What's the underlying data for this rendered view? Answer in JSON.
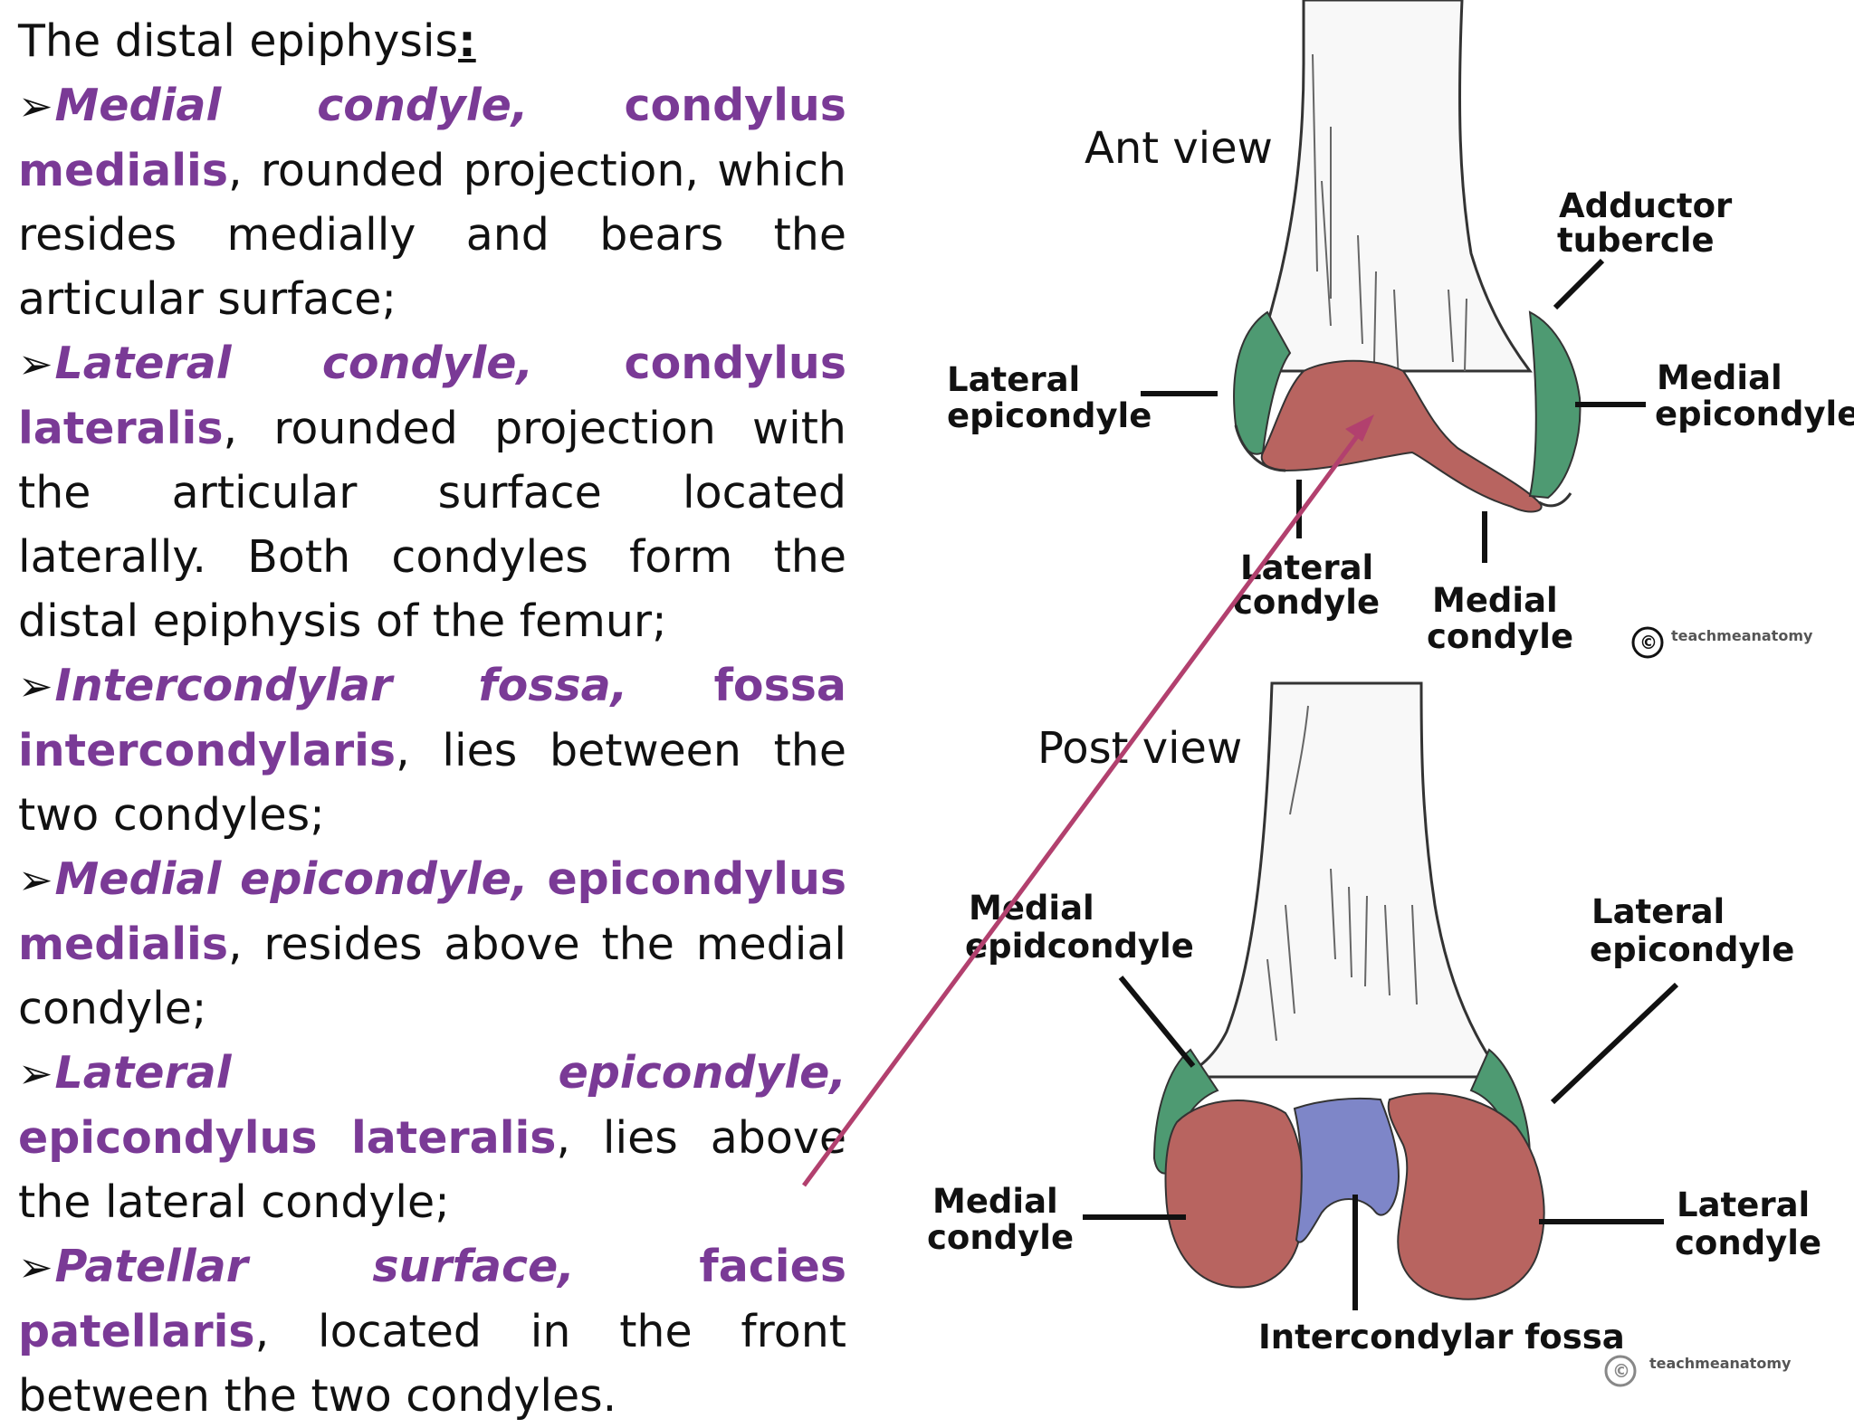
{
  "heading": {
    "text": "The distal epiphysis",
    "colon": ":"
  },
  "items": [
    {
      "term1": "Medial condyle",
      "sep": ", ",
      "term2": "condylus medialis",
      "desc": ", rounded projection, which resides medially and bears the articular surface;"
    },
    {
      "term1": "Lateral condyle",
      "sep": ", ",
      "term2": "condylus lateralis",
      "desc": ", rounded projection with the articular surface located laterally. Both condyles form the distal epiphysis of the femur;"
    },
    {
      "term1": "Intercondylar fossa",
      "sep": ", ",
      "term2": "fossa intercondylaris",
      "desc": ", lies between the two condyles;"
    },
    {
      "term1": "Medial epicondyle",
      "sep": ", ",
      "term2": "epicondylus medialis",
      "desc": ", resides above the medial condyle;"
    },
    {
      "term1": "Lateral epicondyle",
      "sep": ", ",
      "term2": "epicondylus lateralis",
      "desc": ", lies above the lateral condyle;"
    },
    {
      "term1": "Patellar surface",
      "sep": ", ",
      "term2": "facies patellaris",
      "desc": ", located in the front between the two condyles."
    }
  ],
  "figure": {
    "ant_view": "Ant view",
    "post_view": "Post view",
    "ant_labels": {
      "adductor_1": "Adductor",
      "adductor_2": "tubercle",
      "lat_epi_1": "Lateral",
      "lat_epi_2": "epicondyle",
      "med_epi_1": "Medial",
      "med_epi_2": "epicondyle",
      "lat_con_1": "Lateral",
      "lat_con_2": "condyle",
      "med_con_1": "Medial",
      "med_con_2": "condyle"
    },
    "post_labels": {
      "med_epi_1": "Medial",
      "med_epi_2": "epidcondyle",
      "lat_epi_1": "Lateral",
      "lat_epi_2": "epicondyle",
      "med_con_1": "Medial",
      "med_con_2": "condyle",
      "lat_con_1": "Lateral",
      "lat_con_2": "condyle",
      "fossa": "Intercondylar fossa"
    },
    "watermark": "teachmeanatomy",
    "watermark_symbol": "©",
    "colors": {
      "articular": "#b86460",
      "epicondyle": "#4e9a72",
      "fossa": "#7e86c8",
      "arrow": "#b2406e",
      "term": "#7a3a96"
    }
  }
}
